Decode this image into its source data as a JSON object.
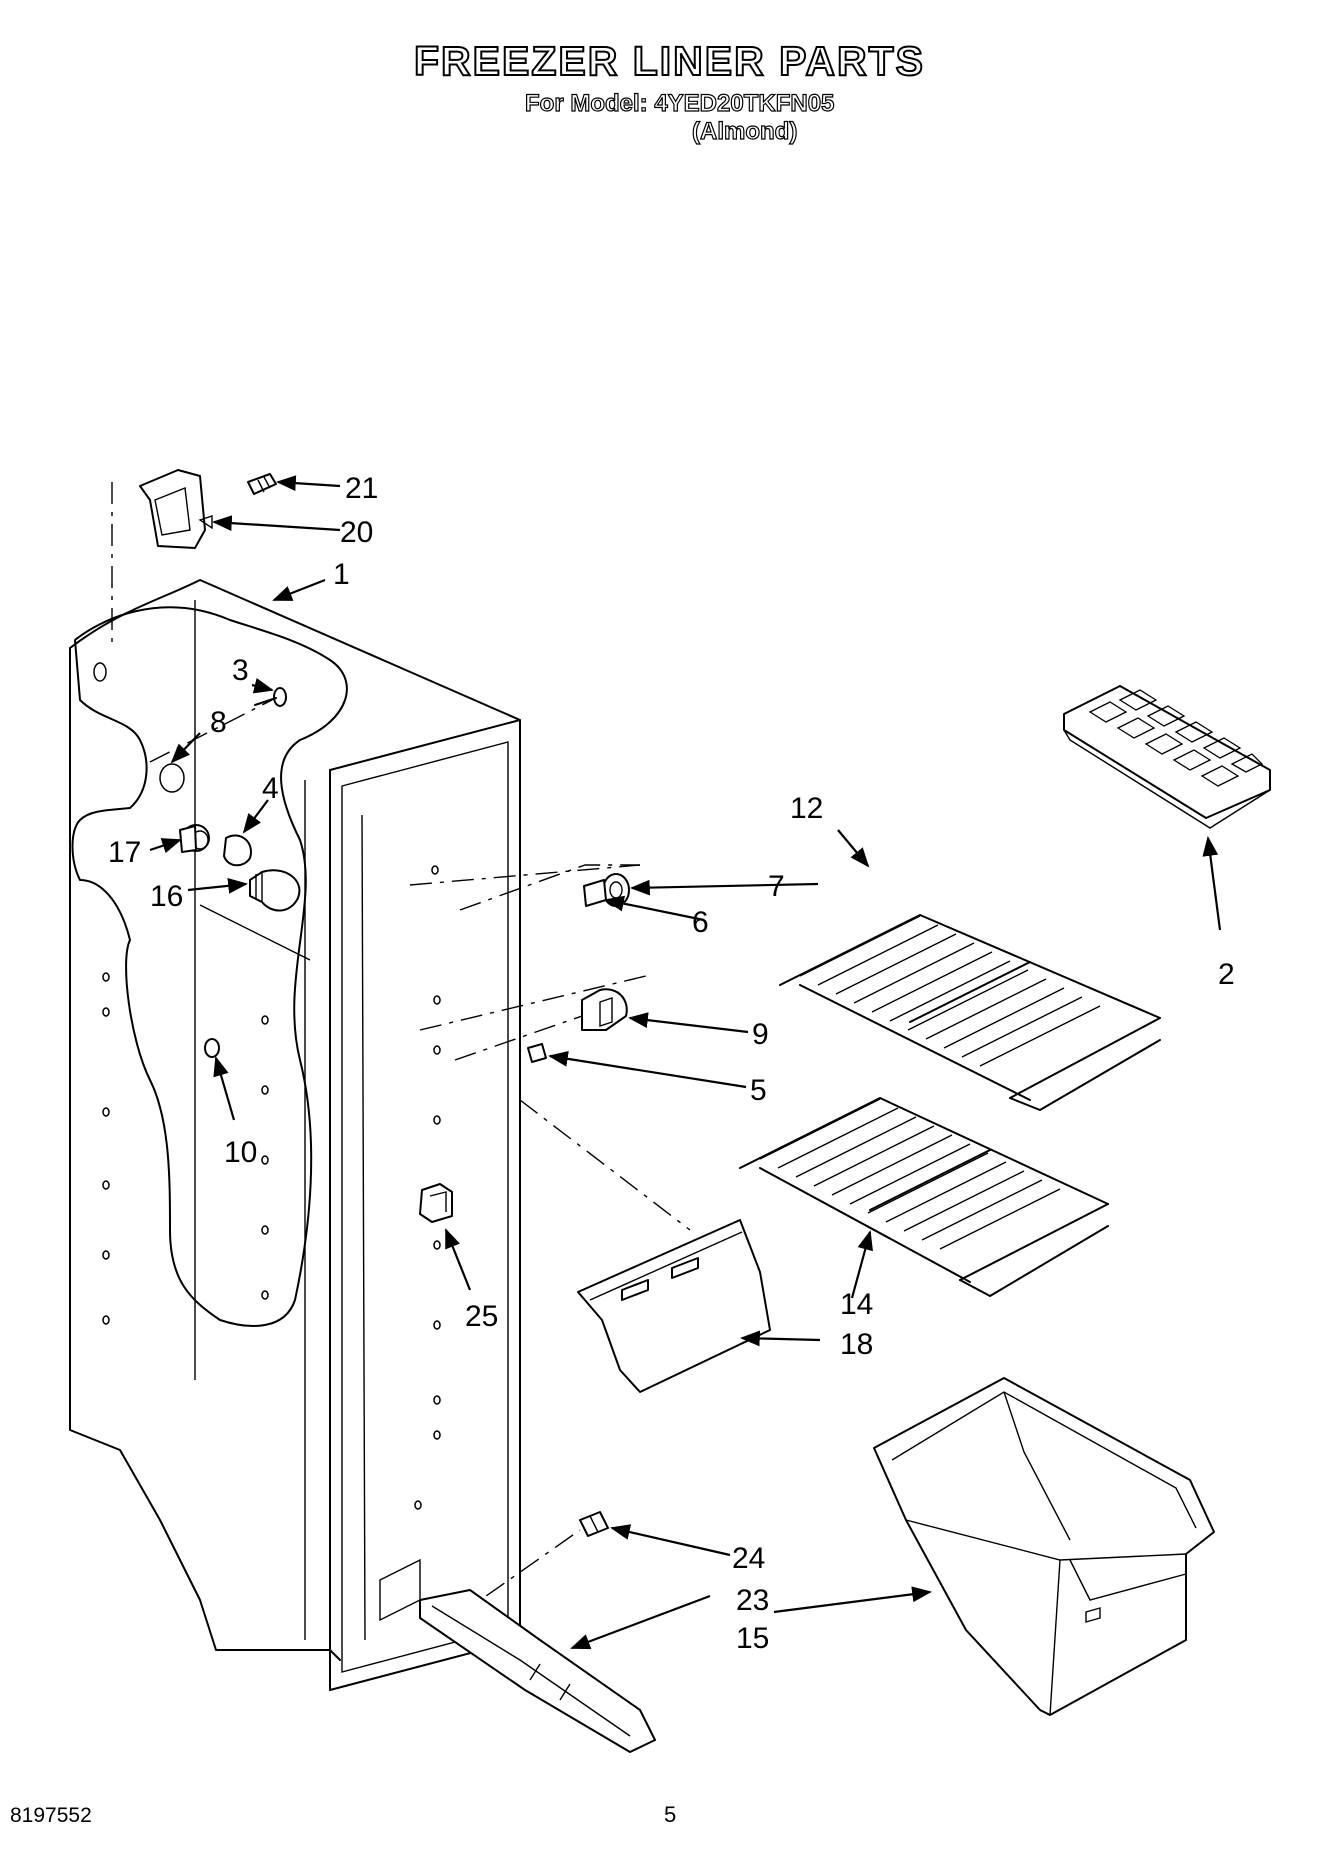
{
  "header": {
    "title": "FREEZER LINER PARTS",
    "model_line": "For Model: 4YED20TKFN05",
    "color_line": "(Almond)"
  },
  "callouts": [
    {
      "id": "21",
      "label": "21"
    },
    {
      "id": "20",
      "label": "20"
    },
    {
      "id": "1",
      "label": "1"
    },
    {
      "id": "3",
      "label": "3"
    },
    {
      "id": "8",
      "label": "8"
    },
    {
      "id": "4",
      "label": "4"
    },
    {
      "id": "17",
      "label": "17"
    },
    {
      "id": "16",
      "label": "16"
    },
    {
      "id": "12",
      "label": "12"
    },
    {
      "id": "7",
      "label": "7"
    },
    {
      "id": "6",
      "label": "6"
    },
    {
      "id": "2",
      "label": "2"
    },
    {
      "id": "9",
      "label": "9"
    },
    {
      "id": "5",
      "label": "5"
    },
    {
      "id": "10",
      "label": "10"
    },
    {
      "id": "14",
      "label": "14"
    },
    {
      "id": "18",
      "label": "18"
    },
    {
      "id": "25",
      "label": "25"
    },
    {
      "id": "24",
      "label": "24"
    },
    {
      "id": "23",
      "label": "23"
    },
    {
      "id": "15",
      "label": "15"
    }
  ],
  "footer": {
    "part_code": "8197552",
    "page_number": "5"
  }
}
